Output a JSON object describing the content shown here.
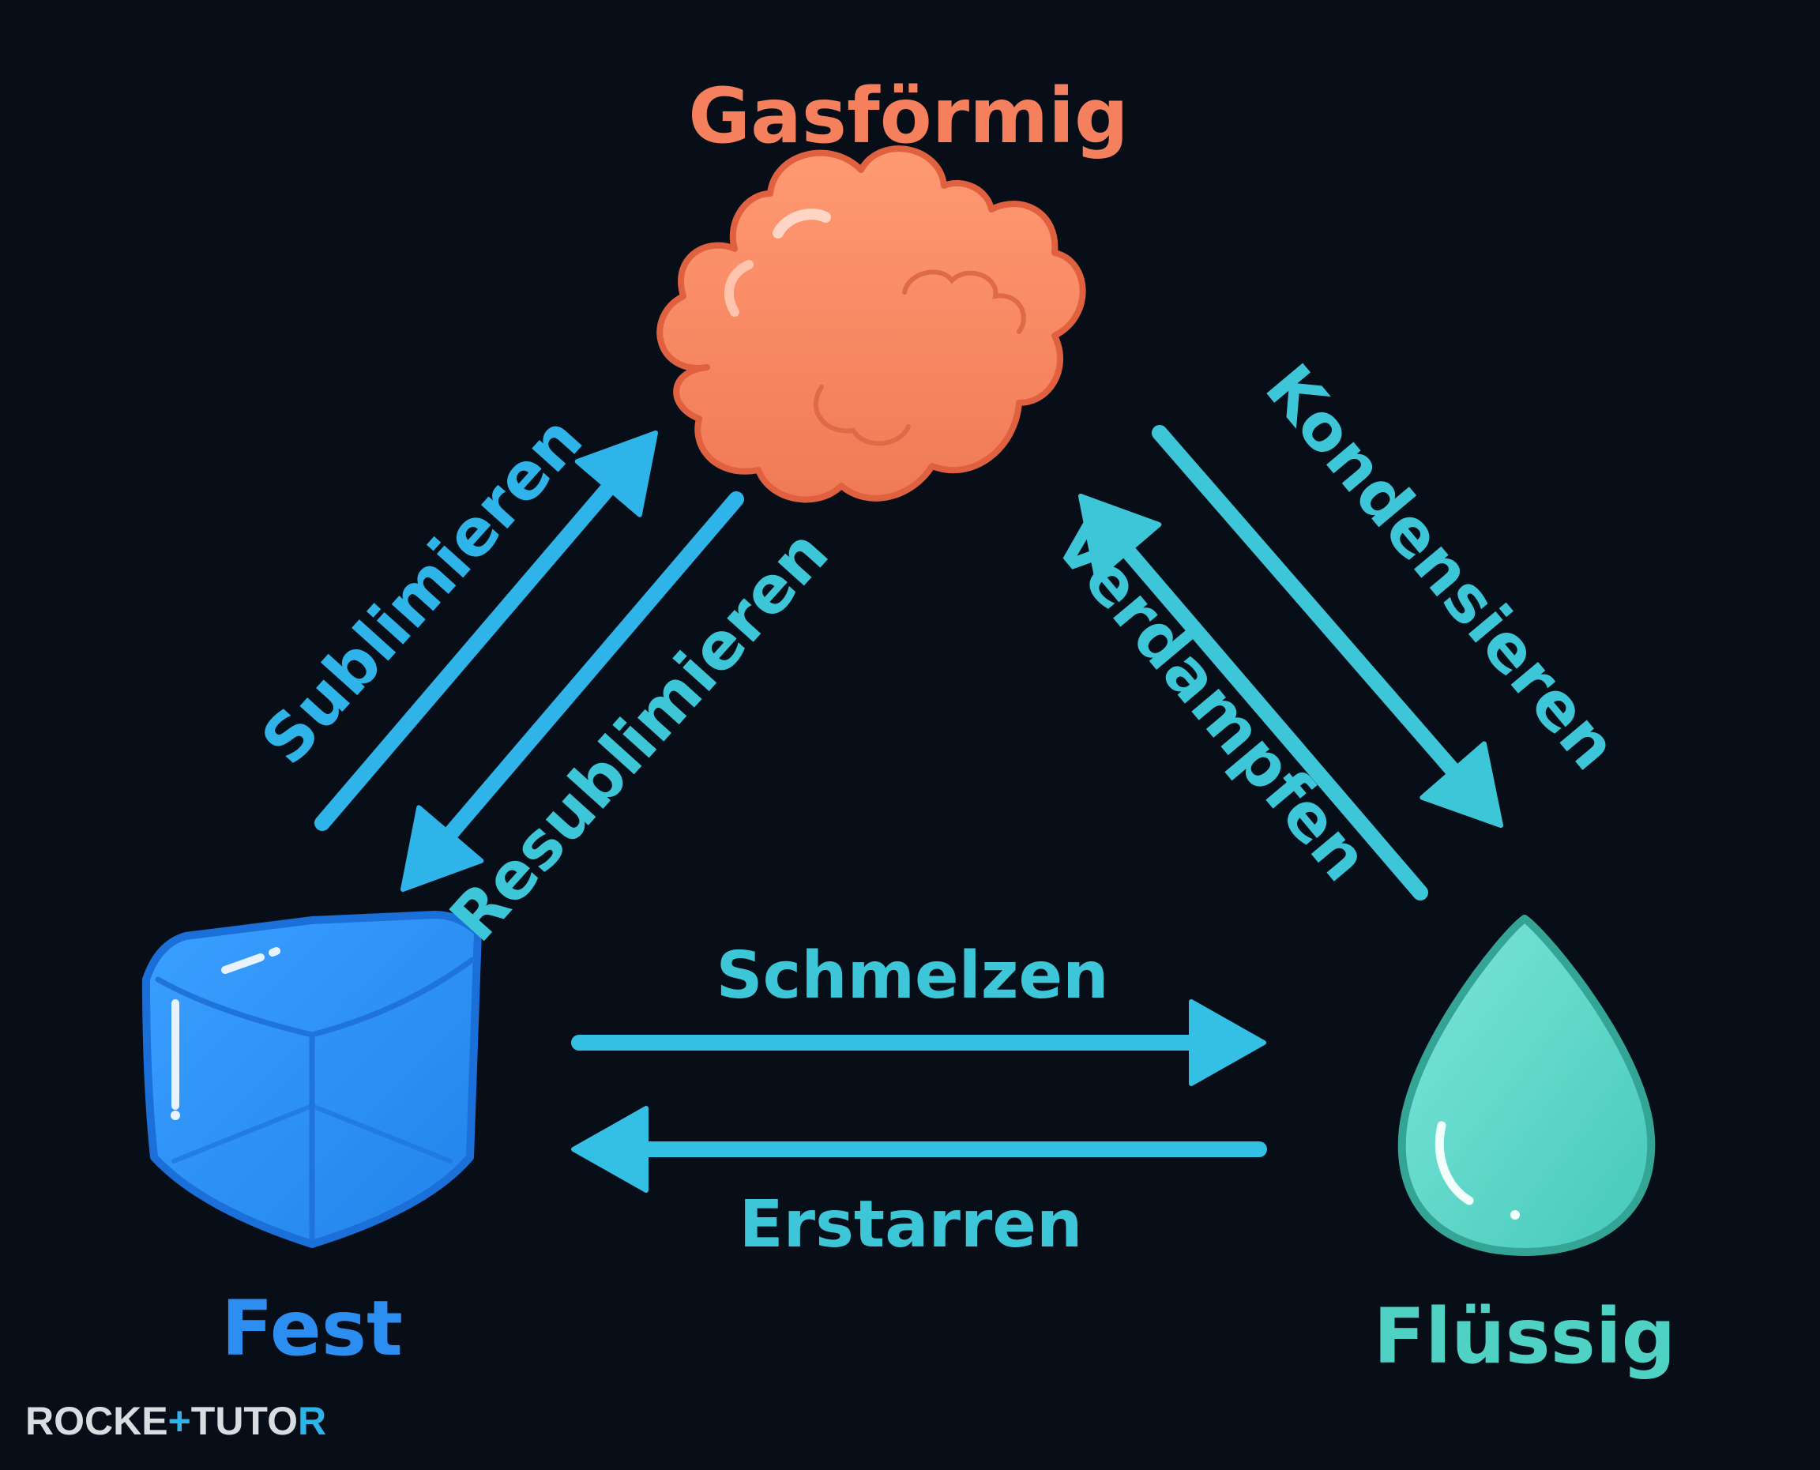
{
  "states": {
    "gas": {
      "label": "Gasförmig",
      "icon": "cloud-icon",
      "color": "#f5805e"
    },
    "solid": {
      "label": "Fest",
      "icon": "ice-cube-icon",
      "color": "#2d8ef2"
    },
    "liquid": {
      "label": "Flüssig",
      "icon": "water-drop-icon",
      "color": "#4fd2c4"
    }
  },
  "processes": {
    "sublimieren": "Sublimieren",
    "resublimieren": "Resublimieren",
    "kondensieren": "Kondensieren",
    "verdampfen": "Verdampfen",
    "schmelzen": "Schmelzen",
    "erstarren": "Erstarren"
  },
  "arrow_colors": {
    "sublimieren": "#2fb4ea",
    "resublimieren": "#2fb4ea",
    "kondensieren": "#3dc6d8",
    "verdampfen": "#3dc6d8",
    "schmelzen": "#33c0e4",
    "erstarren": "#33c0e4"
  },
  "brand": {
    "part1": "ROCKE",
    "part2": "TUTO",
    "part3": "R",
    "color_main": "#d9dde2",
    "color_accent": "#2fb4ea"
  }
}
